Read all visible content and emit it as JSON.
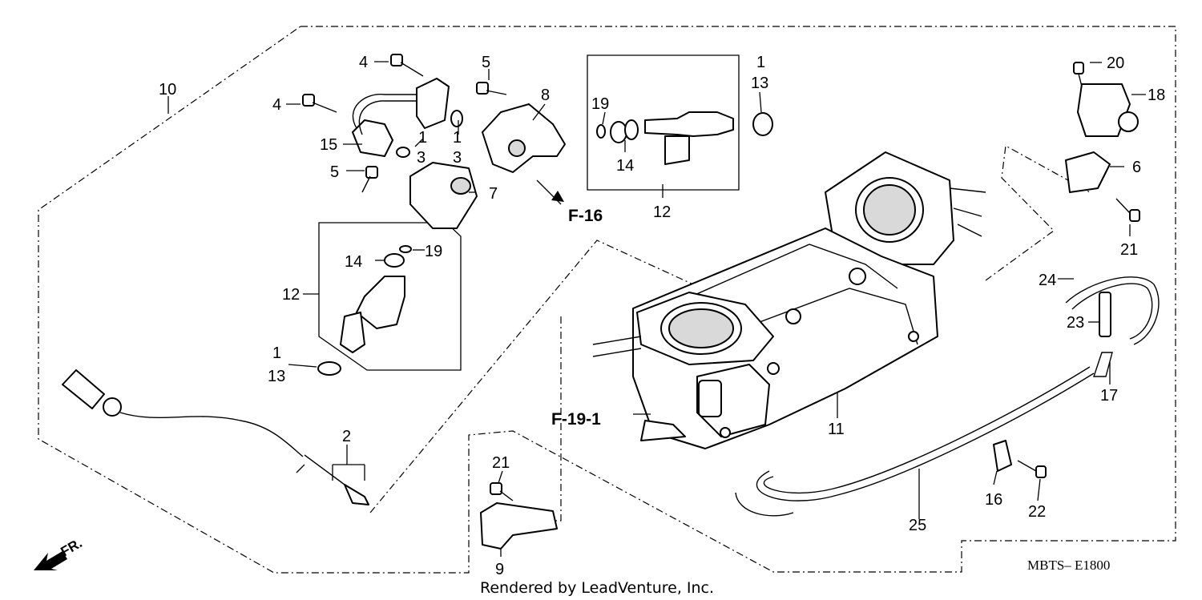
{
  "diagram_code": "MBTS– E1800",
  "footer": "Rendered by LeadVenture, Inc.",
  "references": {
    "f16": "F-16",
    "f191": "F-19-1"
  },
  "front_indicator": "FR.",
  "callouts": {
    "c1a": "1",
    "c1b": "1",
    "c1c": "1",
    "c1d": "1",
    "c2": "2",
    "c3a": "3",
    "c3b": "3",
    "c4a": "4",
    "c4b": "4",
    "c5a": "5",
    "c5b": "5",
    "c6": "6",
    "c7": "7",
    "c8": "8",
    "c9": "9",
    "c10": "10",
    "c11": "11",
    "c12a": "12",
    "c12b": "12",
    "c13a": "13",
    "c13b": "13",
    "c14a": "14",
    "c14b": "14",
    "c15": "15",
    "c16": "16",
    "c17": "17",
    "c18": "18",
    "c19a": "19",
    "c19b": "19",
    "c20": "20",
    "c21a": "21",
    "c21b": "21",
    "c22": "22",
    "c23": "23",
    "c24": "24",
    "c25": "25"
  }
}
